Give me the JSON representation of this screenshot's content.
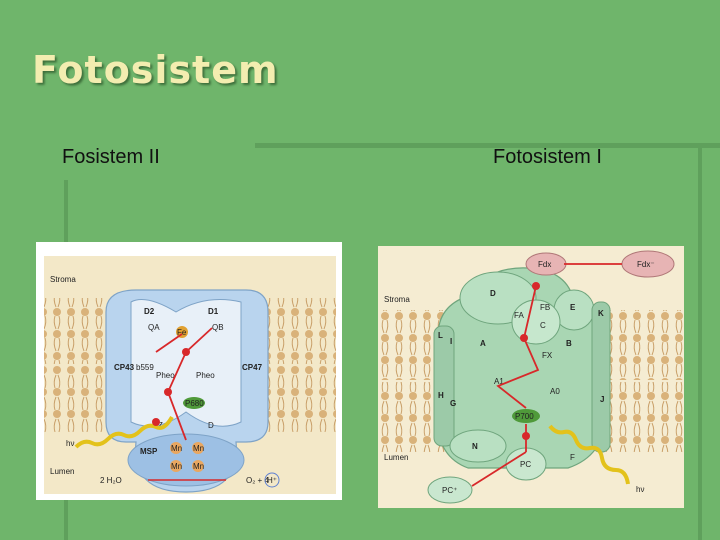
{
  "slide": {
    "title": "Fotosistem",
    "left_label": "Fosistem II",
    "right_label": "Fotosistem I"
  },
  "colors": {
    "background": "#6fb56b",
    "title_text": "#f3edb0",
    "membrane": "#e8c99a",
    "psii_complex": "#b9d4ee",
    "psi_complex": "#a9d6b3",
    "electron_arrow": "#d8282a",
    "light_beam": "#e3c21b"
  },
  "psii_figure": {
    "stroma": "Stroma",
    "lumen": "Lumen",
    "d2": "D2",
    "d1": "D1",
    "qa": "QA",
    "qb": "QB",
    "fe": "Fe",
    "cp43": "CP43",
    "b559": "b559",
    "pheo_left": "Pheo",
    "pheo_right": "Pheo",
    "cp47": "CP47",
    "p680": "P680",
    "z": "Z",
    "d": "D",
    "msp": "MSP",
    "mn": "Mn",
    "light": "hν",
    "water": "2 H₂O",
    "products": "O₂ + 4",
    "h_plus": "H⁺"
  },
  "psi_figure": {
    "fdx": "Fdx",
    "fdx_reduced": "Fdx⁻",
    "d": "D",
    "e": "E",
    "k": "K",
    "fb": "FB",
    "fa": "FA",
    "c": "C",
    "stroma": "Stroma",
    "l": "L",
    "i": "I",
    "a": "A",
    "b": "B",
    "fx": "FX",
    "a1": "A1",
    "a0": "A0",
    "h": "H",
    "g": "G",
    "p700": "P700",
    "j": "J",
    "f": "F",
    "n": "N",
    "lumen": "Lumen",
    "pc": "PC",
    "pc_oxidized": "PC⁺",
    "light": "hν"
  }
}
